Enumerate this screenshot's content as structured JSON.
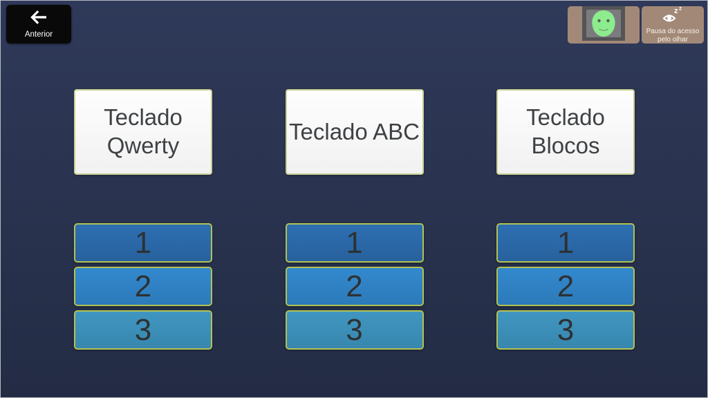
{
  "window": {
    "background_top": "#2f3959",
    "background_bottom": "#232c44"
  },
  "toolbar": {
    "back_button": {
      "label": "Anterior",
      "icon": "back-arrow-icon",
      "background": "#090909"
    },
    "gaze_status_button": {
      "icon": "face-icon",
      "background": "#a28977",
      "face_color": "#8dec8e",
      "frame_outer_color": "#545457",
      "frame_inner_color": "#7b7b7e"
    },
    "pause_button": {
      "label": "Pausa do acesso pelo olhar",
      "icon": "sleep-eye-icon",
      "background": "#a28977"
    }
  },
  "keyboards": [
    {
      "title": "Teclado Qwerty",
      "options": [
        "1",
        "2",
        "3"
      ]
    },
    {
      "title": "Teclado ABC",
      "options": [
        "1",
        "2",
        "3"
      ]
    },
    {
      "title": "Teclado Blocos",
      "options": [
        "1",
        "2",
        "3"
      ]
    }
  ],
  "colors": {
    "card_border": "#c7d094",
    "option_border": "#b2c253",
    "option_row_1_blue": "#2b6bad",
    "option_row_2_blue": "#3086cc",
    "option_row_3_blue": "#3d93bf"
  }
}
